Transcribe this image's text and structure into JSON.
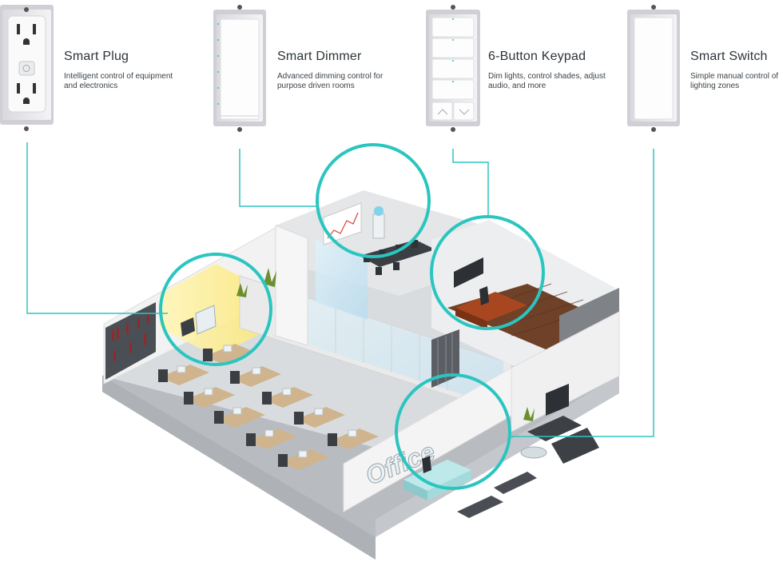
{
  "devices": [
    {
      "id": "smart-plug",
      "title": "Smart Plug",
      "desc": "Intelligent control of equipment and electronics"
    },
    {
      "id": "smart-dimmer",
      "title": "Smart Dimmer",
      "desc": "Advanced dimming control for purpose driven rooms"
    },
    {
      "id": "keypad",
      "title": "6-Button Keypad",
      "desc": "Dim lights, control shades, adjust audio, and more"
    },
    {
      "id": "smart-switch",
      "title": "Smart Switch",
      "desc": "Simple manual control of lighting zones"
    }
  ],
  "office_sign": "Office",
  "colors": {
    "accent": "#2bc5c0",
    "wall": "#eeeeee",
    "floor": "#d9dcdf",
    "wood": "#7a4a2e",
    "plate": "#e9e9ec"
  }
}
